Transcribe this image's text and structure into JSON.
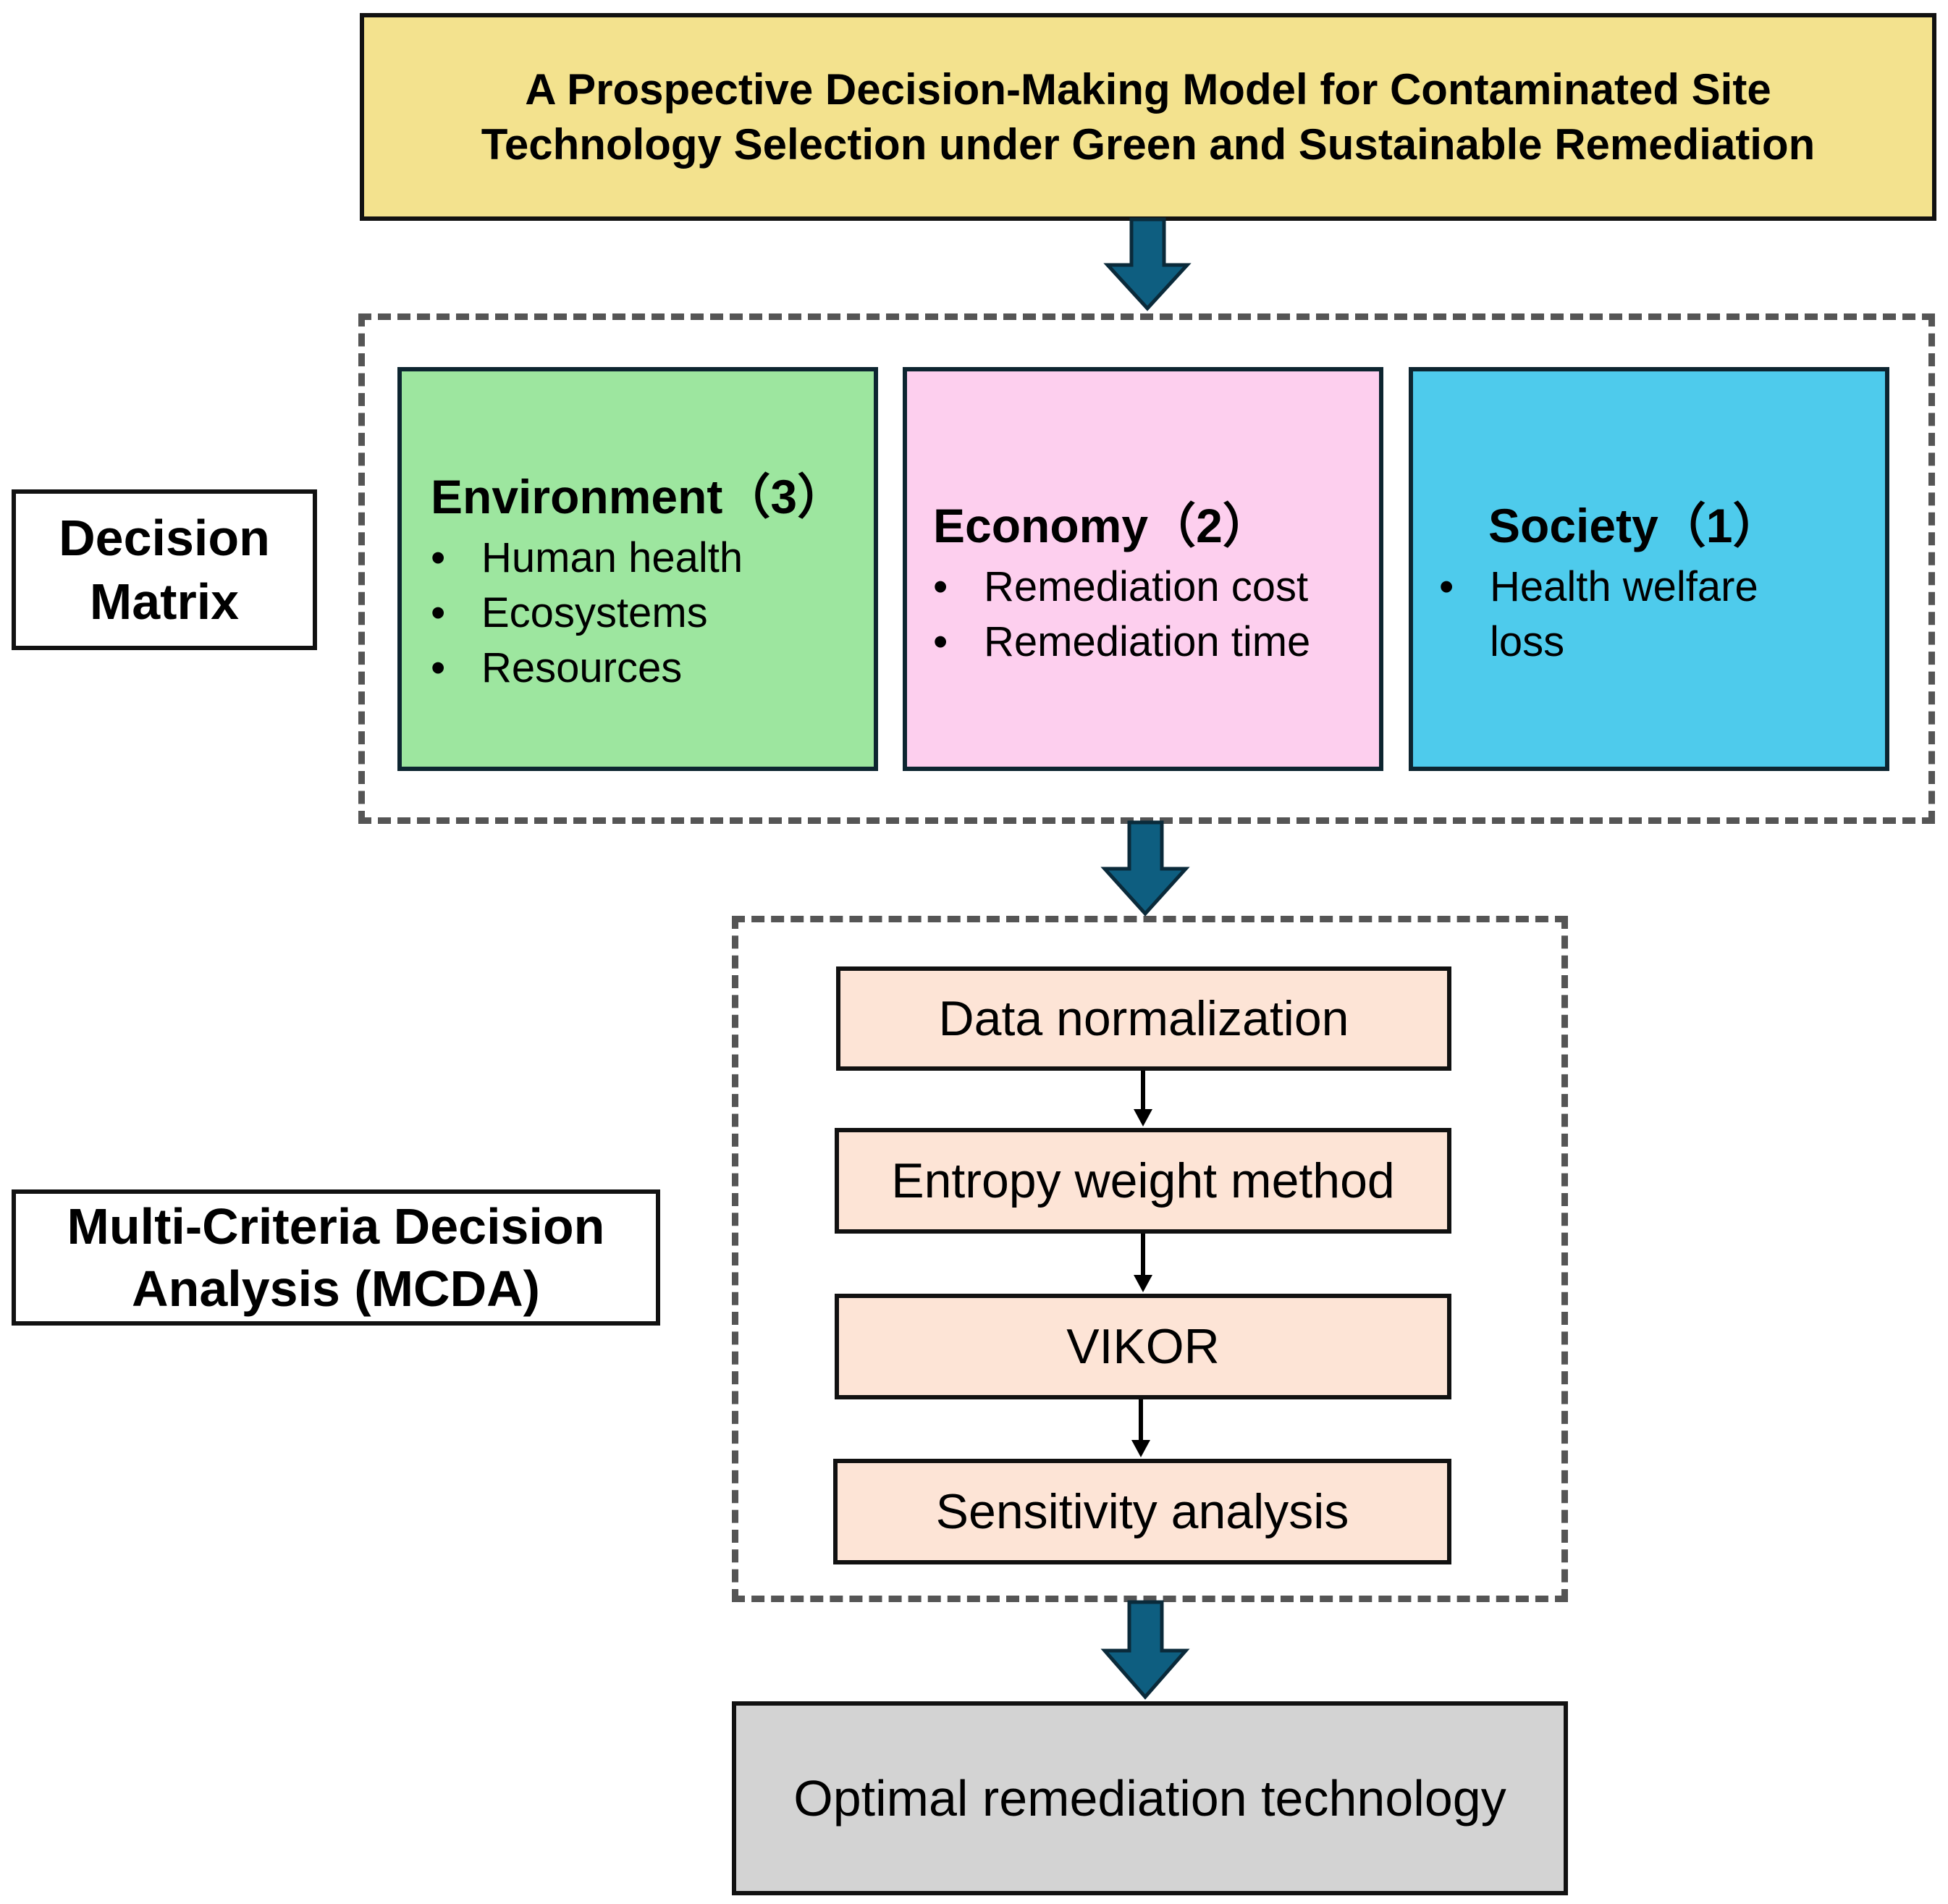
{
  "title": {
    "line1": "A Prospective Decision-Making Model for Contaminated Site",
    "line2": "Technology Selection under Green and Sustainable Remediation"
  },
  "labels": {
    "decision_matrix": [
      "Decision",
      "Matrix"
    ],
    "mcda": [
      "Multi-Criteria Decision",
      "Analysis (MCDA)"
    ]
  },
  "criteria": [
    {
      "title": "Environment",
      "count": "（3）",
      "items": [
        "Human health",
        "Ecosystems",
        "Resources"
      ],
      "color": "#9de69f"
    },
    {
      "title": "Economy",
      "count": "（2）",
      "items": [
        "Remediation cost",
        "Remediation time"
      ],
      "color": "#fdcfee"
    },
    {
      "title": "Society",
      "count": "（1）",
      "items": [
        "Health welfare loss"
      ],
      "color": "#4ecbec"
    }
  ],
  "mcda_steps": [
    "Data normalization",
    "Entropy weight method",
    "VIKOR",
    "Sensitivity analysis"
  ],
  "result": "Optimal remediation technology",
  "colors": {
    "title_bg": "#f3e28e",
    "arrow": "#0e5e80",
    "step_bg": "#fde4d6",
    "result_bg": "#d3d3d3",
    "dash": "#555555"
  }
}
